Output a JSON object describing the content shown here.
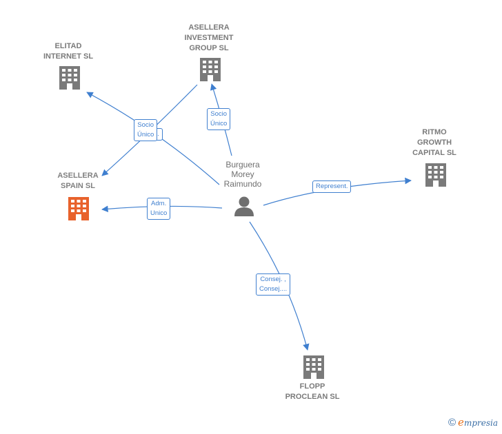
{
  "nodes": {
    "elitad": {
      "label": "ELITAD\nINTERNET SL"
    },
    "asellera_investment": {
      "label": "ASELLERA\nINVESTMENT\nGROUP  SL"
    },
    "ritmo": {
      "label": "RITMO\nGROWTH\nCAPITAL  SL"
    },
    "asellera_spain": {
      "label": "ASELLERA\nSPAIN  SL"
    },
    "person": {
      "label": "Burguera\nMorey\nRaimundo"
    },
    "flopp": {
      "label": "FLOPP\nPROCLEAN  SL"
    }
  },
  "edges": {
    "socio_unico_left": "Socio\nÚnico",
    "solid_left": "Solid.",
    "socio_unico_top": "Socio\nÚnico",
    "represent": "Represent.",
    "adm_unico": "Adm.\nUnico",
    "consej": "Consej. ,\nConsej...."
  },
  "colors": {
    "edge": "#3f7fcf",
    "company": "#7a7a7a",
    "focus_company": "#e8622c",
    "person": "#6f6f6f"
  },
  "footer": {
    "copyright": "©",
    "brand_initial": "e",
    "brand_rest": "mpresia"
  }
}
